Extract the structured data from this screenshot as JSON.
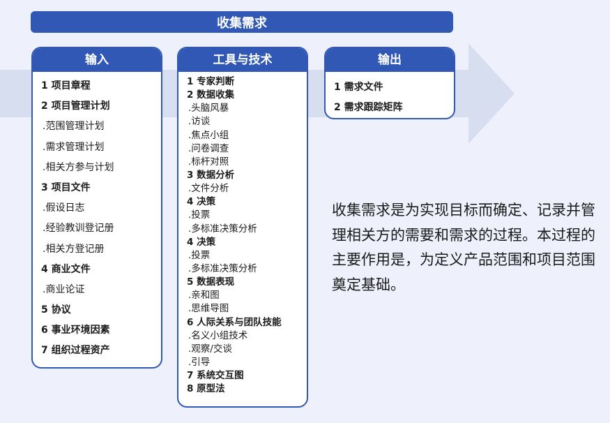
{
  "title": "收集需求",
  "input": {
    "header": "输入",
    "items": [
      {
        "text": "1 项目章程",
        "sub": false
      },
      {
        "text": "2 项目管理计划",
        "sub": false
      },
      {
        "text": ".范围管理计划",
        "sub": true
      },
      {
        "text": ".需求管理计划",
        "sub": true
      },
      {
        "text": ".相关方参与计划",
        "sub": true
      },
      {
        "text": "3 项目文件",
        "sub": false
      },
      {
        "text": ".假设日志",
        "sub": true
      },
      {
        "text": ".经验教训登记册",
        "sub": true
      },
      {
        "text": ".相关方登记册",
        "sub": true
      },
      {
        "text": "4 商业文件",
        "sub": false
      },
      {
        "text": ".商业论证",
        "sub": true
      },
      {
        "text": "5 协议",
        "sub": false
      },
      {
        "text": "6 事业环境因素",
        "sub": false
      },
      {
        "text": "7 组织过程资产",
        "sub": false
      }
    ]
  },
  "tools": {
    "header": "工具与技术",
    "items": [
      {
        "text": "1 专家判断",
        "sub": false
      },
      {
        "text": "2 数据收集",
        "sub": false
      },
      {
        "text": ".头脑风暴",
        "sub": true
      },
      {
        "text": ".访谈",
        "sub": true
      },
      {
        "text": ".焦点小组",
        "sub": true
      },
      {
        "text": ".问卷调查",
        "sub": true
      },
      {
        "text": ".标杆对照",
        "sub": true
      },
      {
        "text": "3 数据分析",
        "sub": false
      },
      {
        "text": ".文件分析",
        "sub": true
      },
      {
        "text": "4 决策",
        "sub": false
      },
      {
        "text": ".投票",
        "sub": true
      },
      {
        "text": ".多标准决策分析",
        "sub": true
      },
      {
        "text": "4 决策",
        "sub": false
      },
      {
        "text": ".投票",
        "sub": true
      },
      {
        "text": ".多标准决策分析",
        "sub": true
      },
      {
        "text": "5 数据表现",
        "sub": false
      },
      {
        "text": ".亲和图",
        "sub": true
      },
      {
        "text": ".思维导图",
        "sub": true
      },
      {
        "text": "6 人际关系与团队技能",
        "sub": false
      },
      {
        "text": ".名义小组技术",
        "sub": true
      },
      {
        "text": ".观察/交谈",
        "sub": true
      },
      {
        "text": ".引导",
        "sub": true
      },
      {
        "text": "7 系统交互图",
        "sub": false
      },
      {
        "text": "8 原型法",
        "sub": false
      }
    ]
  },
  "output": {
    "header": "输出",
    "items": [
      {
        "text": "1 需求文件",
        "sub": false
      },
      {
        "text": "2 需求跟踪矩阵",
        "sub": false
      }
    ]
  },
  "description": "收集需求是为实现目标而确定、记录并管理相关方的需要和需求的过程。本过程的主要作用是，为定义产品范围和项目范围奠定基础。",
  "colors": {
    "primary": "#3058b4",
    "background": "#eef1fb",
    "arrow": "#d7deef",
    "text": "#1a1a1a"
  }
}
